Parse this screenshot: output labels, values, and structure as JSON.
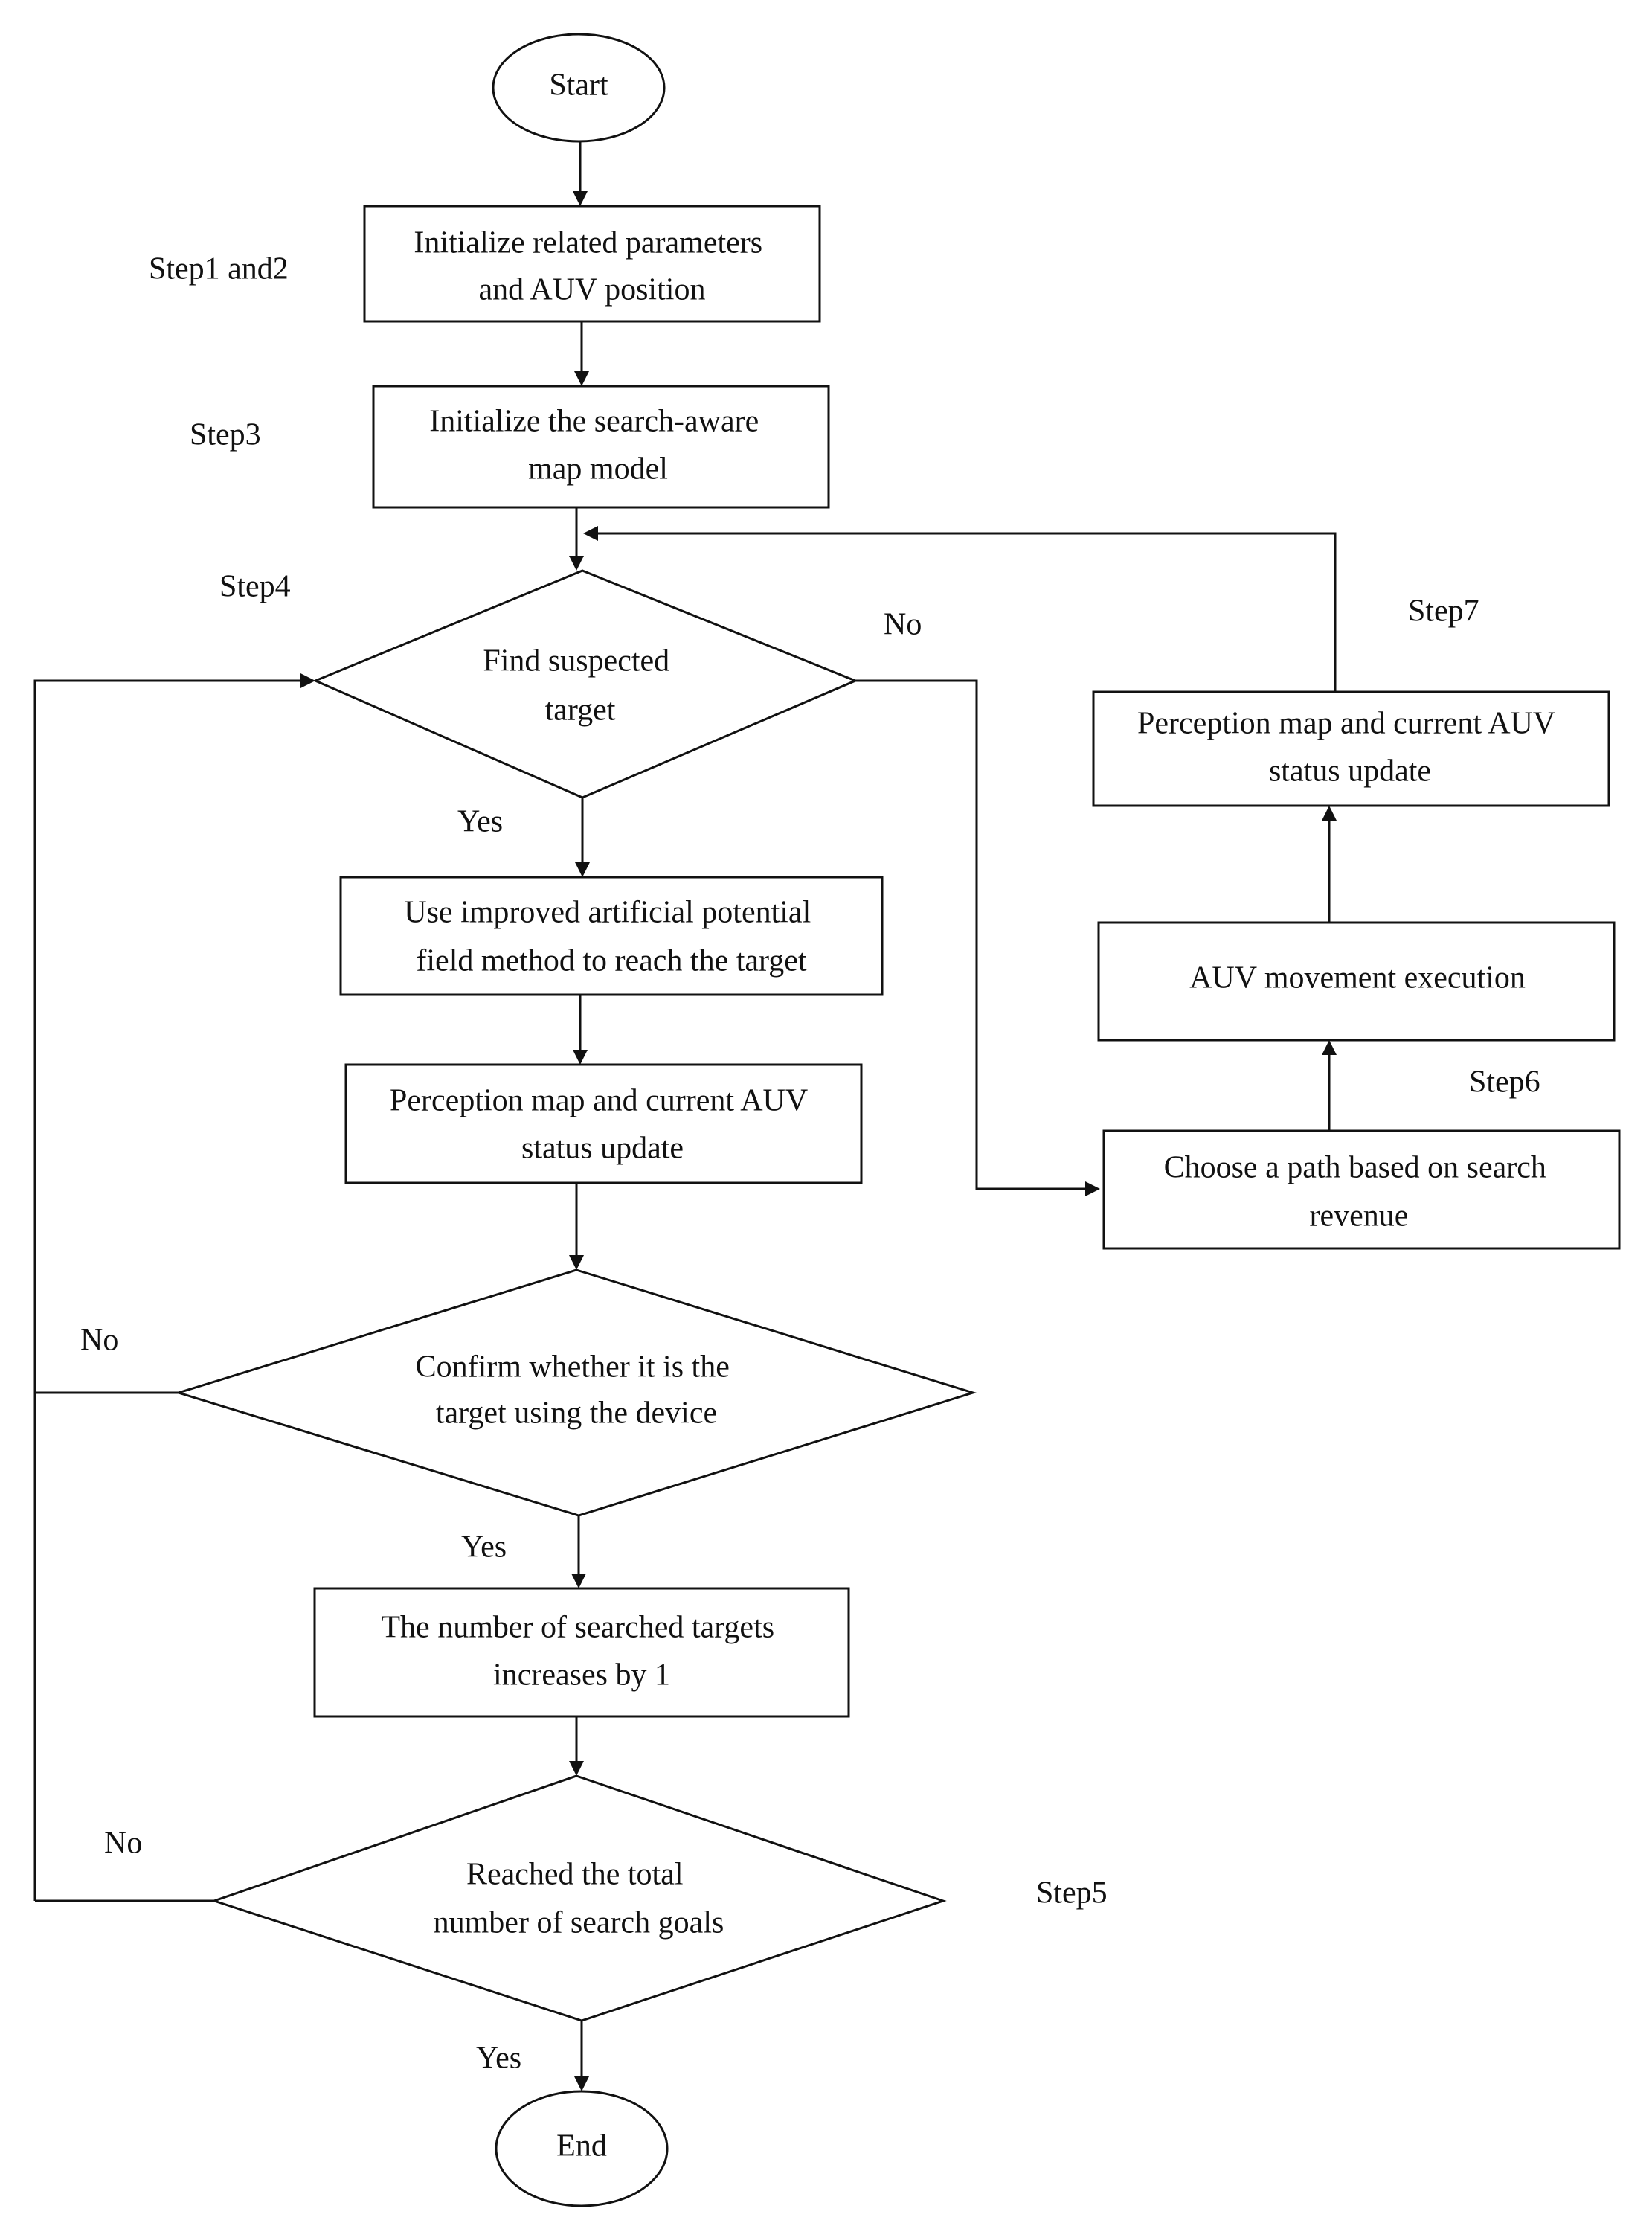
{
  "nodes": {
    "start": "Start",
    "init_params": [
      "Initialize related parameters",
      "and AUV position"
    ],
    "init_map": [
      "Initialize the search-aware",
      "map model"
    ],
    "find_target": [
      "Find suspected",
      "target"
    ],
    "apf": [
      "Use improved artificial potential",
      "field method to reach the target"
    ],
    "update_left": [
      "Perception map and current AUV",
      "status update"
    ],
    "confirm": [
      "Confirm whether it is the",
      "target using the device"
    ],
    "count": [
      "The number of searched targets",
      "increases by 1"
    ],
    "reached": [
      "Reached the total",
      "number of search goals"
    ],
    "end": "End",
    "update_right": [
      "Perception map and current AUV",
      "status update"
    ],
    "movement": "AUV movement execution",
    "choose_path": [
      "Choose a path based on search",
      "revenue"
    ]
  },
  "steps": {
    "step12": "Step1 and2",
    "step3": "Step3",
    "step4": "Step4",
    "step5": "Step5",
    "step6": "Step6",
    "step7": "Step7"
  },
  "edges": {
    "find_no": "No",
    "find_yes": "Yes",
    "confirm_no": "No",
    "confirm_yes": "Yes",
    "reached_no": "No",
    "reached_yes": "Yes"
  }
}
